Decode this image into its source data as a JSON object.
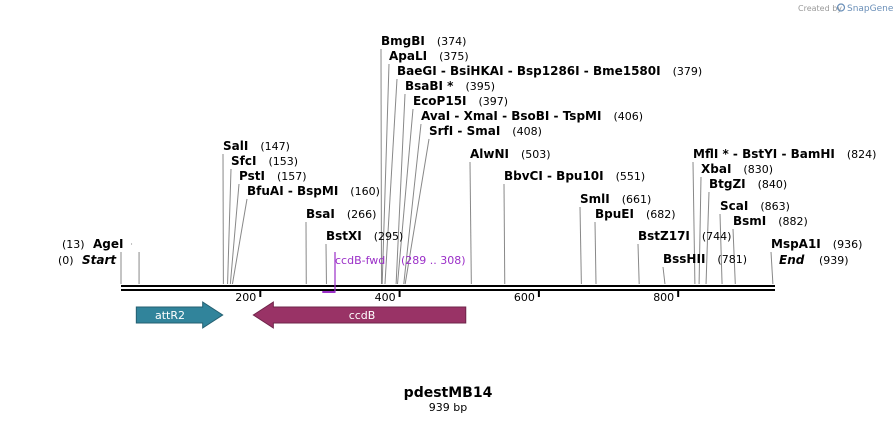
{
  "credit": {
    "prefix": "Created by",
    "brand": "SnapGene"
  },
  "title": "pdestMB14",
  "subtitle": "939 bp",
  "sequence_length": 939,
  "ticks": [
    {
      "pos": 200,
      "label": "200"
    },
    {
      "pos": 400,
      "label": "400"
    },
    {
      "pos": 600,
      "label": "600"
    },
    {
      "pos": 800,
      "label": "800"
    }
  ],
  "ends": {
    "start": {
      "label": "Start",
      "pos_label": "(0)"
    },
    "end": {
      "label": "End",
      "pos_label": "(939)"
    }
  },
  "sites": [
    {
      "name": "AgeI",
      "pos_label": "(13)",
      "pos": 13,
      "side": "left"
    },
    {
      "name": "SalI",
      "pos_label": "(147)",
      "pos": 147
    },
    {
      "name": "SfcI",
      "pos_label": "(153)",
      "pos": 153
    },
    {
      "name": "PstI",
      "pos_label": "(157)",
      "pos": 157
    },
    {
      "name": "BfuAI - BspMI",
      "pos_label": "(160)",
      "pos": 160
    },
    {
      "name": "BsaI",
      "pos_label": "(266)",
      "pos": 266
    },
    {
      "name": "BstXI",
      "pos_label": "(295)",
      "pos": 295
    },
    {
      "name": "BmgBI",
      "pos_label": "(374)",
      "pos": 374
    },
    {
      "name": "ApaLI",
      "pos_label": "(375)",
      "pos": 375
    },
    {
      "name": "BaeGI - BsiHKAI - Bsp1286I - Bme1580I",
      "pos_label": "(379)",
      "pos": 379
    },
    {
      "name": "BsaBI *",
      "pos_label": "(395)",
      "pos": 395
    },
    {
      "name": "EcoP15I",
      "pos_label": "(397)",
      "pos": 397
    },
    {
      "name": "AvaI - XmaI - BsoBI - TspMI",
      "pos_label": "(406)",
      "pos": 406
    },
    {
      "name": "SrfI - SmaI",
      "pos_label": "(408)",
      "pos": 408
    },
    {
      "name": "AlwNI",
      "pos_label": "(503)",
      "pos": 503
    },
    {
      "name": "BbvCI - Bpu10I",
      "pos_label": "(551)",
      "pos": 551
    },
    {
      "name": "SmlI",
      "pos_label": "(661)",
      "pos": 661
    },
    {
      "name": "BpuEI",
      "pos_label": "(682)",
      "pos": 682
    },
    {
      "name": "BstZ17I",
      "pos_label": "(744)",
      "pos": 744
    },
    {
      "name": "BssHII",
      "pos_label": "(781)",
      "pos": 781
    },
    {
      "name": "MflI * - BstYI - BamHI",
      "pos_label": "(824)",
      "pos": 824
    },
    {
      "name": "XbaI",
      "pos_label": "(830)",
      "pos": 830
    },
    {
      "name": "BtgZI",
      "pos_label": "(840)",
      "pos": 840
    },
    {
      "name": "ScaI",
      "pos_label": "(863)",
      "pos": 863
    },
    {
      "name": "BsmI",
      "pos_label": "(882)",
      "pos": 882
    },
    {
      "name": "MspA1I",
      "pos_label": "(936)",
      "pos": 936
    }
  ],
  "primer": {
    "name": "ccdB-fwd",
    "range_label": "(289 .. 308)",
    "start": 289,
    "end": 308,
    "color": "#9b30c8"
  },
  "features": [
    {
      "name": "attR2",
      "start": 22,
      "end": 146,
      "direction": "forward",
      "color": "#31849b"
    },
    {
      "name": "ccdB",
      "start": 190,
      "end": 495,
      "direction": "reverse",
      "color": "#993366"
    }
  ],
  "colors": {
    "backbone": "#000000",
    "text": "#000000"
  }
}
